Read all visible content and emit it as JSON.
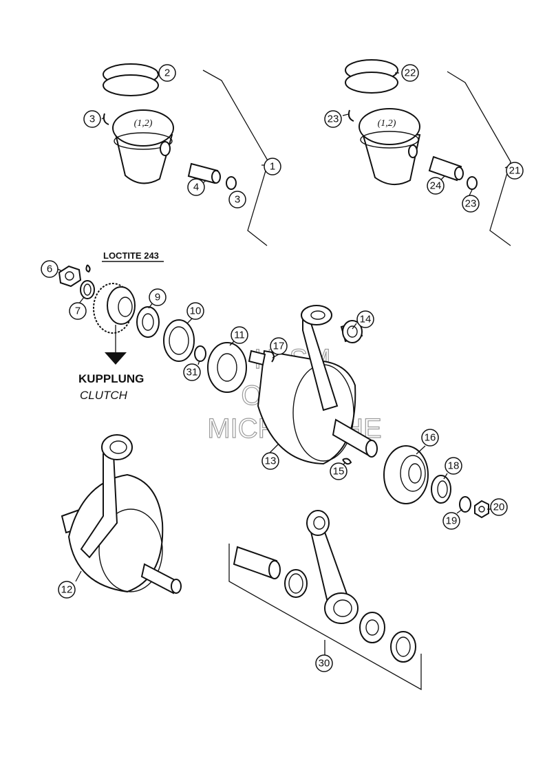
{
  "labels": {
    "loctite": "LOCTITE 243",
    "kupplung": "KUPPLUNG",
    "clutch": "CLUTCH",
    "piston_mark": "(1,2)"
  },
  "watermark": {
    "line1": "HLSM",
    "line2": "ONLINE",
    "line3": "MICROFICHE"
  },
  "callouts": {
    "c1": "1",
    "c2": "2",
    "c3a": "3",
    "c3b": "3",
    "c4": "4",
    "c6": "6",
    "c7": "7",
    "c9": "9",
    "c10": "10",
    "c11": "11",
    "c12": "12",
    "c13": "13",
    "c14": "14",
    "c15": "15",
    "c16": "16",
    "c17": "17",
    "c18": "18",
    "c19": "19",
    "c20": "20",
    "c21": "21",
    "c22": "22",
    "c23a": "23",
    "c23b": "23",
    "c24": "24",
    "c30": "30",
    "c31": "31"
  }
}
